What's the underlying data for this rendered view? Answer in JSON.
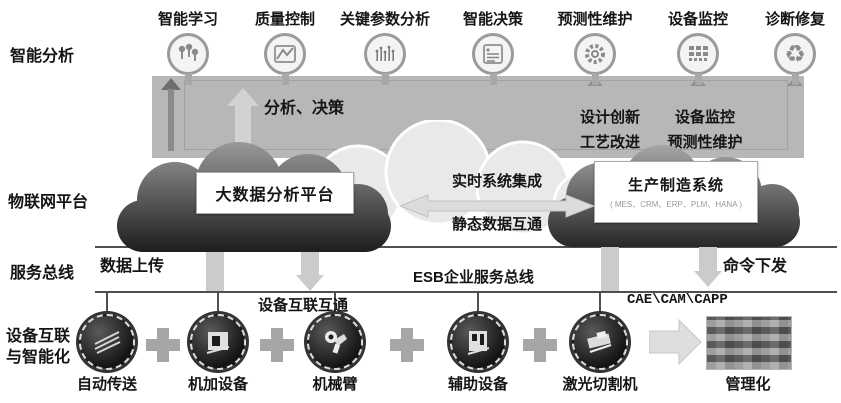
{
  "rail": {
    "analysis": "智能分析",
    "iot_platform": "物联网平台",
    "service_bus": "服务总线",
    "device_line1": "设备互联",
    "device_line2": "与智能化"
  },
  "top_row": {
    "items": [
      {
        "label": "智能学习",
        "icon": "smart-learning-icon"
      },
      {
        "label": "质量控制",
        "icon": "quality-control-icon"
      },
      {
        "label": "关键参数分析",
        "icon": "key-parameter-analysis-icon"
      },
      {
        "label": "智能决策",
        "icon": "smart-decision-icon"
      },
      {
        "label": "预测性维护",
        "icon": "predictive-maintenance-icon"
      },
      {
        "label": "设备监控",
        "icon": "device-monitoring-icon"
      },
      {
        "label": "诊断修复",
        "icon": "diagnosis-repair-icon"
      }
    ]
  },
  "band": {
    "analysis_decision": "分析、决策",
    "design_innovation": "设计创新",
    "process_improvement": "工艺改进",
    "device_monitoring": "设备监控",
    "predictive_maintenance": "预测性维护"
  },
  "clouds": {
    "big_data": {
      "title": "大数据分析平台"
    },
    "manufacturing": {
      "title": "生产制造系统",
      "subtitle": "( MES、CRM、ERP、PLM、HANA )"
    }
  },
  "integration": {
    "realtime": "实时系统集成",
    "static": "静态数据互通"
  },
  "bus": {
    "upload": "数据上传",
    "esb": "ESB企业服务总线",
    "command": "命令下发"
  },
  "devices": {
    "interconnect": "设备互联互通",
    "cax": "CAE\\CAM\\CAPP",
    "items": [
      {
        "label": "自动传送",
        "icon": "conveyor-icon"
      },
      {
        "label": "机加设备",
        "icon": "machining-equipment-icon"
      },
      {
        "label": "机械臂",
        "icon": "robot-arm-icon"
      },
      {
        "label": "辅助设备",
        "icon": "auxiliary-equipment-icon"
      },
      {
        "label": "激光切割机",
        "icon": "laser-cutter-icon"
      }
    ],
    "result": "管理化"
  },
  "colors": {
    "band": "#b7b7b7",
    "cloud_dark": "#1c1c1c",
    "arrow_light": "#cbcbcb",
    "bus_line": "#4f4f4f"
  }
}
